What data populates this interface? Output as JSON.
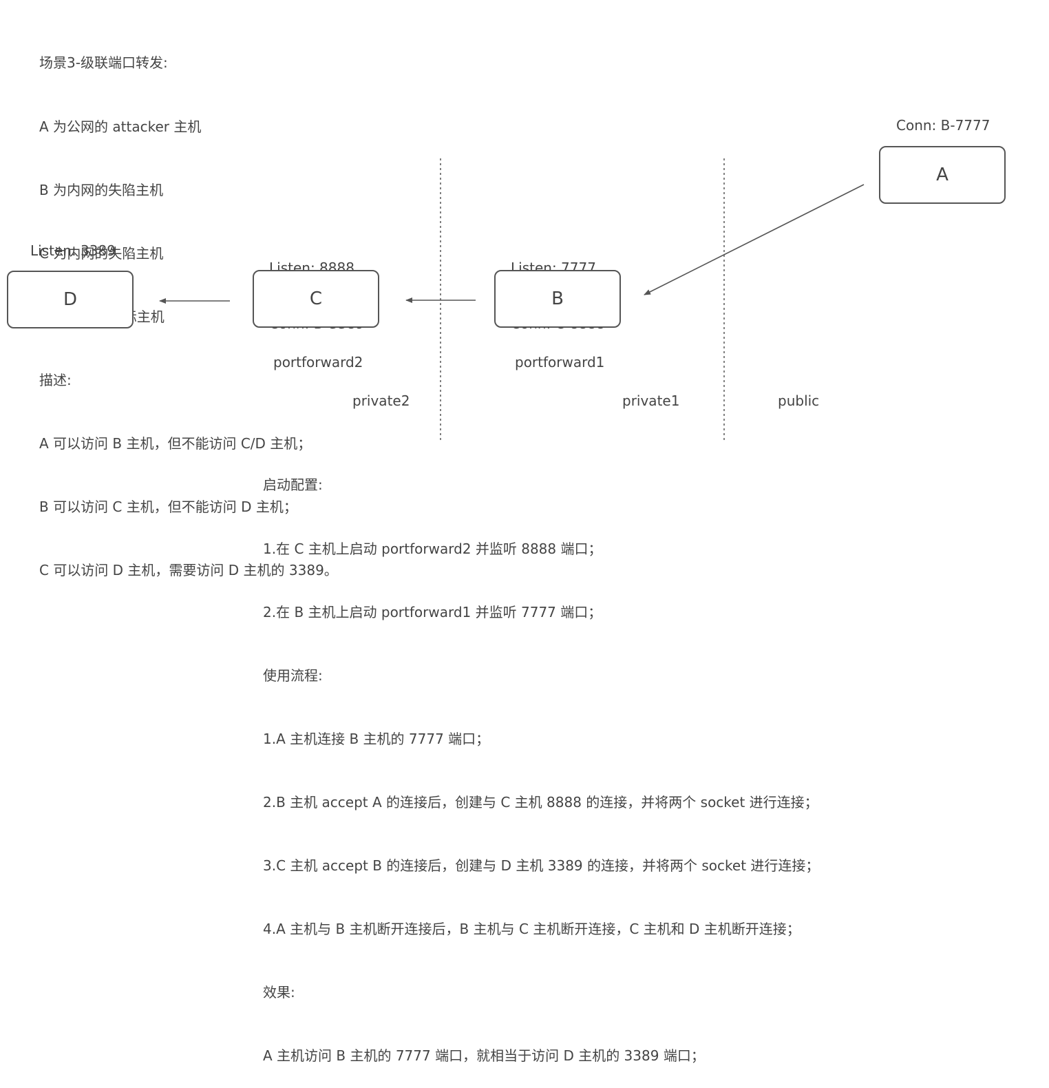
{
  "scenario": {
    "lines": [
      "场景3-级联端口转发:",
      "A 为公网的 attacker 主机",
      "B 为内网的失陷主机",
      "C 为内网的失陷主机",
      "D 为内网的目标主机",
      "描述:",
      "A 可以访问 B 主机，但不能访问 C/D 主机；",
      "B 可以访问 C 主机，但不能访问 D 主机；",
      "C 可以访问 D 主机，需要访问 D 主机的 3389。"
    ]
  },
  "nodes": {
    "a": {
      "label": "A",
      "note": "Conn: B-7777"
    },
    "b": {
      "label": "B",
      "note_line1": "Listen: 7777",
      "note_line2": "Conn: C-8888",
      "tool": "portforward1"
    },
    "c": {
      "label": "C",
      "note_line1": "Listen: 8888",
      "note_line2": "Conn: D-3389",
      "tool": "portforward2"
    },
    "d": {
      "label": "D",
      "note": "Listen: 3389"
    }
  },
  "zones": {
    "private2": "private2",
    "private1": "private1",
    "public": "public"
  },
  "instructions": {
    "lines": [
      "启动配置:",
      "1.在 C 主机上启动 portforward2 并监听 8888 端口；",
      "2.在 B 主机上启动 portforward1 并监听 7777 端口；",
      "使用流程:",
      "1.A 主机连接 B 主机的 7777 端口；",
      "2.B 主机 accept A 的连接后，创建与 C 主机 8888 的连接，并将两个 socket 进行连接；",
      "3.C 主机 accept B 的连接后，创建与 D 主机 3389 的连接，并将两个 socket 进行连接；",
      "4.A 主机与 B 主机断开连接后，B 主机与 C 主机断开连接，C 主机和 D 主机断开连接；",
      "效果:",
      "A 主机访问 B 主机的 7777 端口，就相当于访问 D 主机的 3389 端口；"
    ]
  },
  "colors": {
    "text": "#444444",
    "border": "#555555",
    "line": "#555555"
  }
}
